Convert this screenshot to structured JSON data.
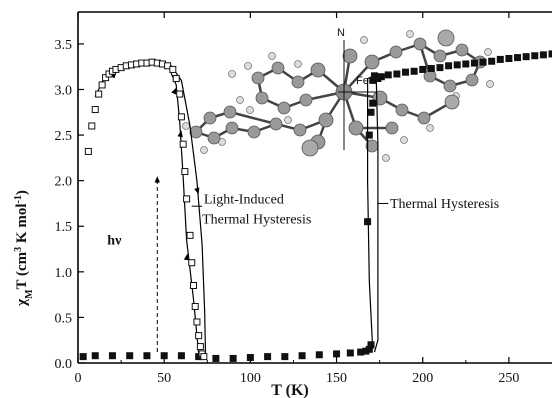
{
  "chart_data": {
    "type": "scatter",
    "xlabel": "T (K)",
    "ylabel_parts": [
      "χ",
      "M",
      "T (cm",
      "3",
      " K mol",
      "-1",
      ")"
    ],
    "xlim": [
      0,
      275
    ],
    "ylim": [
      0,
      3.85
    ],
    "xticks": [
      0,
      50,
      100,
      150,
      200,
      250
    ],
    "yticks": [
      0.0,
      0.5,
      1.0,
      1.5,
      2.0,
      2.5,
      3.0,
      3.5
    ],
    "ytick_labels": [
      "0.0",
      "0.5",
      "1.0",
      "1.5",
      "2.0",
      "2.5",
      "3.0",
      "3.5"
    ],
    "grid": false,
    "series": [
      {
        "marker": "filled-square",
        "points": [
          [
            3,
            0.07
          ],
          [
            10,
            0.08
          ],
          [
            20,
            0.08
          ],
          [
            30,
            0.08
          ],
          [
            40,
            0.08
          ],
          [
            50,
            0.08
          ],
          [
            60,
            0.08
          ],
          [
            70,
            0.07
          ],
          [
            80,
            0.05
          ],
          [
            90,
            0.05
          ],
          [
            100,
            0.06
          ],
          [
            110,
            0.07
          ],
          [
            120,
            0.07
          ],
          [
            130,
            0.08
          ],
          [
            140,
            0.09
          ],
          [
            150,
            0.1
          ],
          [
            158,
            0.11
          ],
          [
            164,
            0.12
          ],
          [
            167,
            0.13
          ],
          [
            169,
            0.15
          ],
          [
            170,
            0.2
          ],
          [
            168,
            1.55
          ],
          [
            169,
            2.5
          ],
          [
            170,
            2.75
          ],
          [
            171,
            2.85
          ],
          [
            171,
            3.1
          ],
          [
            172,
            3.15
          ],
          [
            174,
            3.12
          ],
          [
            176,
            3.14
          ],
          [
            180,
            3.16
          ],
          [
            185,
            3.17
          ],
          [
            190,
            3.19
          ],
          [
            195,
            3.2
          ],
          [
            200,
            3.22
          ],
          [
            205,
            3.23
          ],
          [
            210,
            3.24
          ],
          [
            215,
            3.26
          ],
          [
            220,
            3.27
          ],
          [
            225,
            3.28
          ],
          [
            230,
            3.29
          ],
          [
            235,
            3.3
          ],
          [
            240,
            3.31
          ],
          [
            245,
            3.33
          ],
          [
            250,
            3.34
          ],
          [
            255,
            3.35
          ],
          [
            260,
            3.36
          ],
          [
            265,
            3.37
          ],
          [
            270,
            3.38
          ],
          [
            275,
            3.39
          ]
        ]
      },
      {
        "marker": "open-square",
        "points": [
          [
            6,
            2.32
          ],
          [
            8,
            2.6
          ],
          [
            10,
            2.78
          ],
          [
            12,
            2.95
          ],
          [
            14,
            3.05
          ],
          [
            16,
            3.13
          ],
          [
            18,
            3.17
          ],
          [
            20,
            3.2
          ],
          [
            22,
            3.22
          ],
          [
            25,
            3.24
          ],
          [
            28,
            3.26
          ],
          [
            31,
            3.27
          ],
          [
            34,
            3.28
          ],
          [
            37,
            3.29
          ],
          [
            40,
            3.29
          ],
          [
            43,
            3.3
          ],
          [
            46,
            3.29
          ],
          [
            49,
            3.28
          ],
          [
            52,
            3.26
          ],
          [
            55,
            3.22
          ],
          [
            57,
            3.12
          ],
          [
            59,
            2.95
          ],
          [
            60,
            2.7
          ],
          [
            61,
            2.4
          ],
          [
            62,
            2.1
          ],
          [
            63,
            1.8
          ],
          [
            65,
            1.4
          ],
          [
            66,
            1.1
          ],
          [
            67,
            0.85
          ],
          [
            68,
            0.62
          ],
          [
            69,
            0.45
          ],
          [
            70,
            0.3
          ],
          [
            71,
            0.18
          ],
          [
            72,
            0.1
          ],
          [
            73,
            0.07
          ]
        ]
      }
    ],
    "lines": [
      {
        "name": "cooling",
        "points": [
          [
            171,
            0.15
          ],
          [
            169,
            0.9
          ],
          [
            168,
            2.0
          ],
          [
            168,
            3.12
          ],
          [
            172,
            3.15
          ]
        ]
      },
      {
        "name": "warming",
        "points": [
          [
            173,
            3.15
          ],
          [
            174,
            2.4
          ],
          [
            174,
            1.0
          ],
          [
            174,
            0.25
          ],
          [
            172,
            0.12
          ]
        ]
      },
      {
        "name": "lith-outer",
        "points": [
          [
            74,
            0.1
          ],
          [
            73.5,
            0.55
          ],
          [
            72,
            1.3
          ],
          [
            69,
            2.0
          ],
          [
            65,
            2.6
          ],
          [
            60,
            3.1
          ],
          [
            54,
            3.26
          ],
          [
            44,
            3.3
          ],
          [
            28,
            3.26
          ],
          [
            15,
            3.12
          ],
          [
            10,
            2.92
          ]
        ]
      },
      {
        "name": "lith-inner",
        "points": [
          [
            70,
            0.1
          ],
          [
            67,
            0.7
          ],
          [
            63,
            1.35
          ],
          [
            61,
            2.05
          ],
          [
            59,
            2.65
          ],
          [
            57,
            3.05
          ],
          [
            54,
            3.18
          ]
        ]
      }
    ],
    "light_line": {
      "x": 46,
      "y_from": 0.12,
      "y_to": 2.05
    },
    "annotations": [
      {
        "text": "hν",
        "x": 17,
        "y": 1.3
      },
      {
        "text": "Light-Induced",
        "x": 73,
        "y": 1.75
      },
      {
        "text": "Thermal Hysteresis",
        "x": 72,
        "y": 1.53
      },
      {
        "text": "Thermal Hysteresis",
        "x": 181,
        "y": 1.7
      }
    ],
    "molecule_labels": {
      "n": "N",
      "fe": "Fe"
    }
  }
}
